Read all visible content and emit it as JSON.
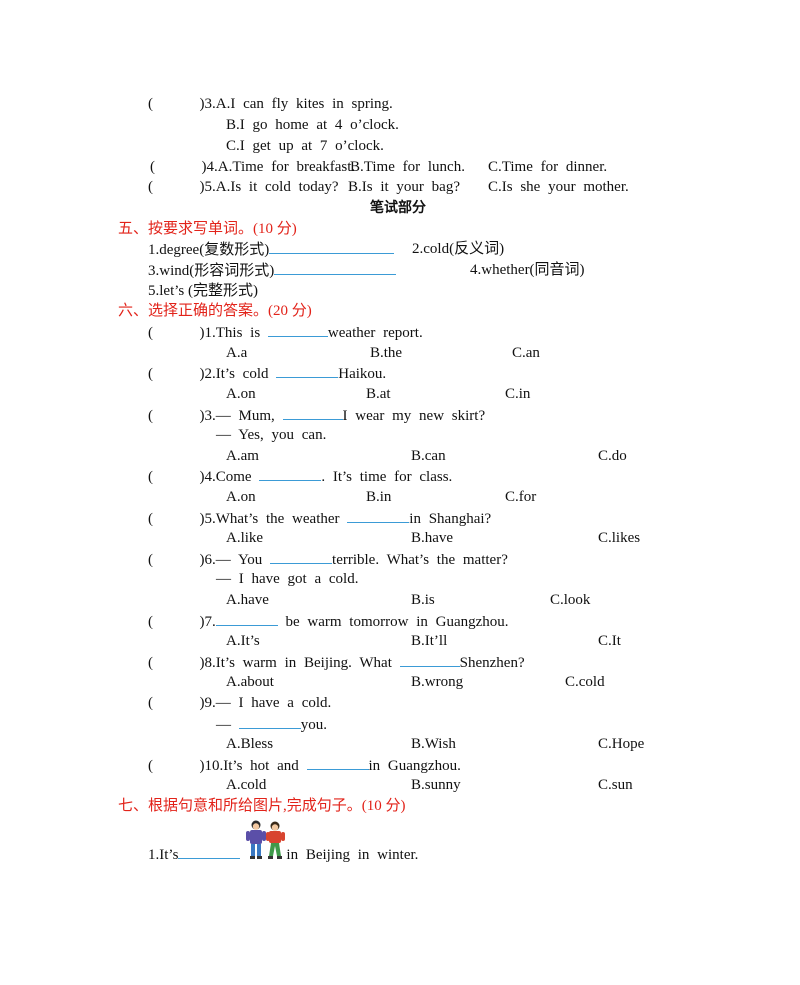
{
  "listening_tail": {
    "q3": {
      "paren": "(",
      "close": ")3.",
      "a": "A.I can fly kites in spring.",
      "b": "B.I go home at 4 o’clock.",
      "c": "C.I get up at 7 o’clock."
    },
    "q4": {
      "paren": "(",
      "close": ")4.",
      "a": "A.Time for breakfast.",
      "b": "B.Time for lunch.",
      "c": "C.Time for dinner."
    },
    "q5": {
      "paren": "(",
      "close": ")5.",
      "a": "A.Is it cold today?",
      "b": "B.Is it your bag?",
      "c": "C.Is she your mother."
    }
  },
  "written_part_title": "笔试部分",
  "section5": {
    "title": "五、按要求写单词。(10 分)",
    "items": [
      "1.degree(复数形式)",
      "2.cold(反义词)",
      "3.wind(形容词形式)",
      "4.whether(同音词)",
      "5.let’s (完整形式)"
    ]
  },
  "section6": {
    "title": "六、选择正确的答案。(20 分)",
    "paren": "(",
    "q1": {
      "pre": ")1.This is ",
      "post": "weather report.",
      "a": "A.a",
      "b": "B.the",
      "c": "C.an"
    },
    "q2": {
      "pre": ")2.It’s cold ",
      "post": "Haikou.",
      "a": "A.on",
      "b": "B.at",
      "c": "C.in"
    },
    "q3": {
      "pre": ")3.— Mum, ",
      "post": "I wear my new skirt?",
      "line2": "— Yes, you can.",
      "a": "A.am",
      "b": "B.can",
      "c": "C.do"
    },
    "q4": {
      "pre": ")4.Come ",
      "post": ". It’s time for class.",
      "a": "A.on",
      "b": "B.in",
      "c": "C.for"
    },
    "q5": {
      "pre": ")5.What’s the weather ",
      "post": "in Shanghai?",
      "a": "A.like",
      "b": "B.have",
      "c": "C.likes"
    },
    "q6": {
      "pre": ")6.— You ",
      "post": "terrible. What’s the matter?",
      "line2": "— I have got a cold.",
      "a": "A.have",
      "b": "B.is",
      "c": "C.look"
    },
    "q7": {
      "pre": ")7.",
      "post": " be warm tomorrow in Guangzhou.",
      "a": "A.It’s",
      "b": "B.It’ll",
      "c": "C.It"
    },
    "q8": {
      "pre": ")8.It’s warm in Beijing. What ",
      "post": "Shenzhen?",
      "a": "A.about",
      "b": "B.wrong",
      "c": "C.cold"
    },
    "q9": {
      "pre": ")9.— I have a cold.",
      "line2_pre": "— ",
      "line2_post": "you.",
      "a": "A.Bless",
      "b": "B.Wish",
      "c": "C.Hope"
    },
    "q10": {
      "pre": ")10.It’s hot and ",
      "post": "in Guangzhou.",
      "a": "A.cold",
      "b": "B.sunny",
      "c": "C.sun"
    }
  },
  "section7": {
    "title": "七、根据句意和所给图片,完成句子。(10 分)",
    "q1": {
      "pre": "1.It’s",
      "post": "in Beijing in winter."
    },
    "image_icon": "children-in-winter-clothes-icon"
  }
}
